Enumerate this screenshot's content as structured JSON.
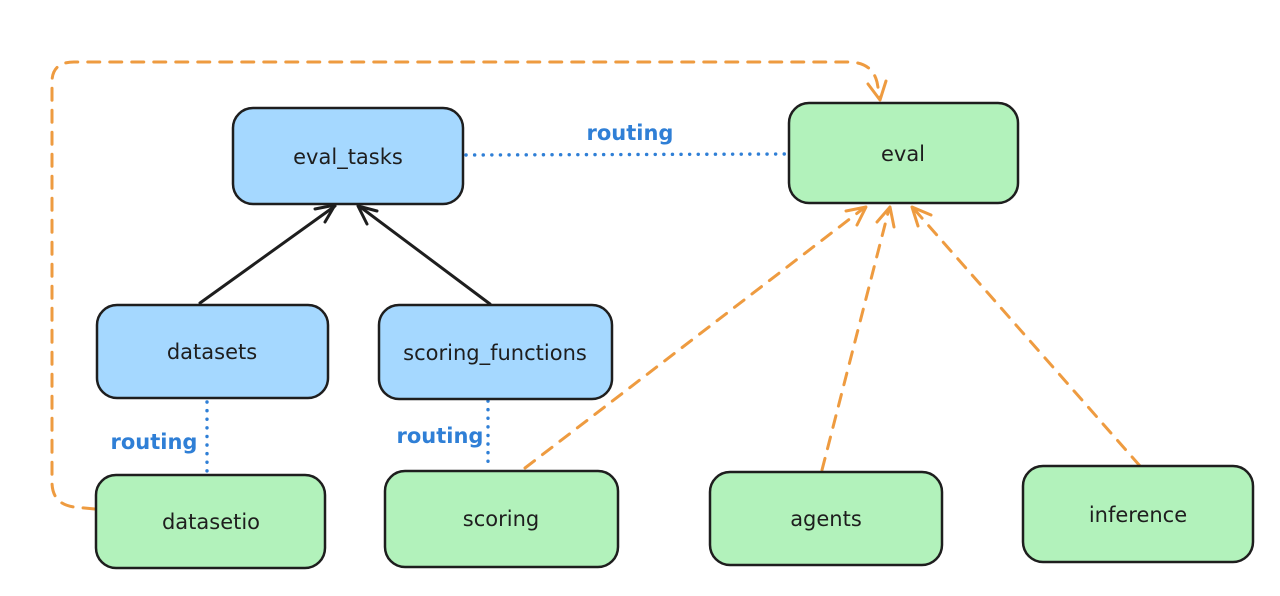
{
  "colors": {
    "background": "#ffffff",
    "node_stroke": "#1e1e1e",
    "blue_fill": "#a5d8ff",
    "green_fill": "#b2f2bb",
    "black_edge": "#1e1e1e",
    "orange_edge": "#ee9b40",
    "blue_edge": "#2f7fd6",
    "label_text": "#1e1e1e"
  },
  "nodes": {
    "eval_tasks": {
      "label": "eval_tasks",
      "kind": "registry"
    },
    "eval": {
      "label": "eval",
      "kind": "api"
    },
    "datasets": {
      "label": "datasets",
      "kind": "registry"
    },
    "scoring_functions": {
      "label": "scoring_functions",
      "kind": "registry"
    },
    "datasetio": {
      "label": "datasetio",
      "kind": "api"
    },
    "scoring": {
      "label": "scoring",
      "kind": "api"
    },
    "agents": {
      "label": "agents",
      "kind": "api"
    },
    "inference": {
      "label": "inference",
      "kind": "api"
    }
  },
  "edge_labels": {
    "routing_eval_tasks_to_eval": "routing",
    "routing_datasets_to_datasetio": "routing",
    "routing_scoring_functions_to_scoring": "routing"
  }
}
